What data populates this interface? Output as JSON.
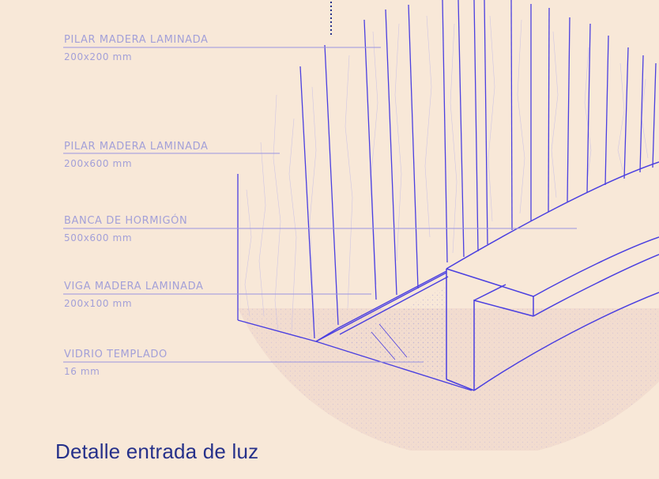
{
  "labels": [
    {
      "title": "PILAR MADERA LAMINADA",
      "size": "200x200 mm"
    },
    {
      "title": "PILAR MADERA LAMINADA",
      "size": "200x600 mm"
    },
    {
      "title": "BANCA DE HORMIGÓN",
      "size": "500x600 mm"
    },
    {
      "title": "VIGA MADERA LAMINADA",
      "size": "200x100 mm"
    },
    {
      "title": "VIDRIO TEMPLADO",
      "size": "16 mm"
    }
  ],
  "caption": "Detalle entrada de luz",
  "colors": {
    "background": "#f8e8d8",
    "line": "#4a3fe0",
    "leader": "#9a95e0",
    "label": "#a3a0d8",
    "caption": "#26318a",
    "ground": "#efd6c8"
  }
}
